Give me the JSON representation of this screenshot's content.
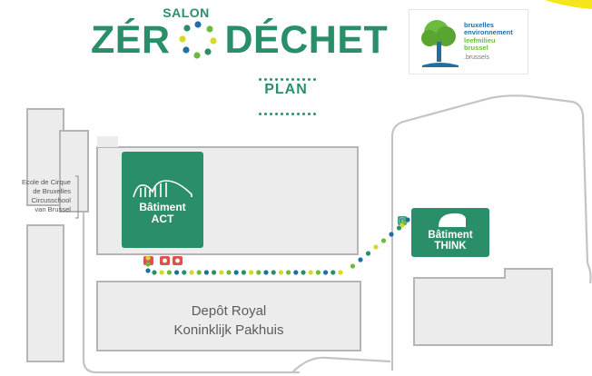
{
  "header": {
    "salon": "SALON",
    "title_left": "ZÉR",
    "title_right": "DÉCHET",
    "plan": "PLAN"
  },
  "sponsor": {
    "line1": "bruxelles",
    "line2": "environnement",
    "line3": "leefmilieu",
    "line4": "brussel",
    "footer": ".brussels"
  },
  "map": {
    "school": [
      "Ecole de Cirque",
      "de Bruxelles",
      "Circusschool",
      "van Brussel"
    ],
    "batiment_act": [
      "Bâtiment",
      "ACT"
    ],
    "batiment_think": [
      "Bâtiment",
      "THINK"
    ],
    "depot": [
      "Depôt Royal",
      "Koninklijk Pakhuis"
    ]
  },
  "colors": {
    "brand_green": "#2a8f68",
    "building_fill": "#ececec",
    "building_stroke": "#b5b5b5",
    "path_dots": [
      "#d6d92a",
      "#6dbb3c",
      "#1f6fa5",
      "#2a8f68"
    ],
    "marker_red": "#d9534f",
    "accent_yellow": "#f5e51b"
  },
  "icons": {
    "wc": "wc-icon",
    "info": "info-icon",
    "tent": "tent-icon",
    "hangar": "hangar-icon"
  }
}
